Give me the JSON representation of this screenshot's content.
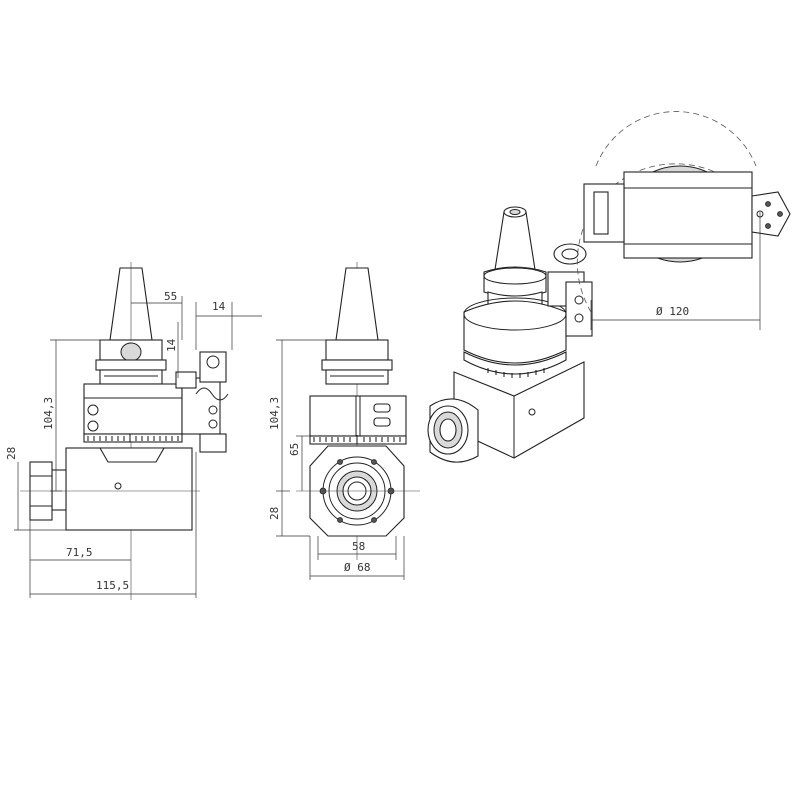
{
  "dimensions": {
    "d_55": "55",
    "d_14_top": "14",
    "d_14_side": "14",
    "d_104_3_side": "104,3",
    "d_104_3_front": "104,3",
    "d_28_side": "28",
    "d_28_front": "28",
    "d_65": "65",
    "d_71_5": "71,5",
    "d_115_5": "115,5",
    "d_58": "58",
    "d_68": "Ø 68",
    "d_120": "Ø 120"
  },
  "colors": {
    "line": "#222222",
    "shade": "#d9d9d9",
    "background": "#ffffff"
  }
}
